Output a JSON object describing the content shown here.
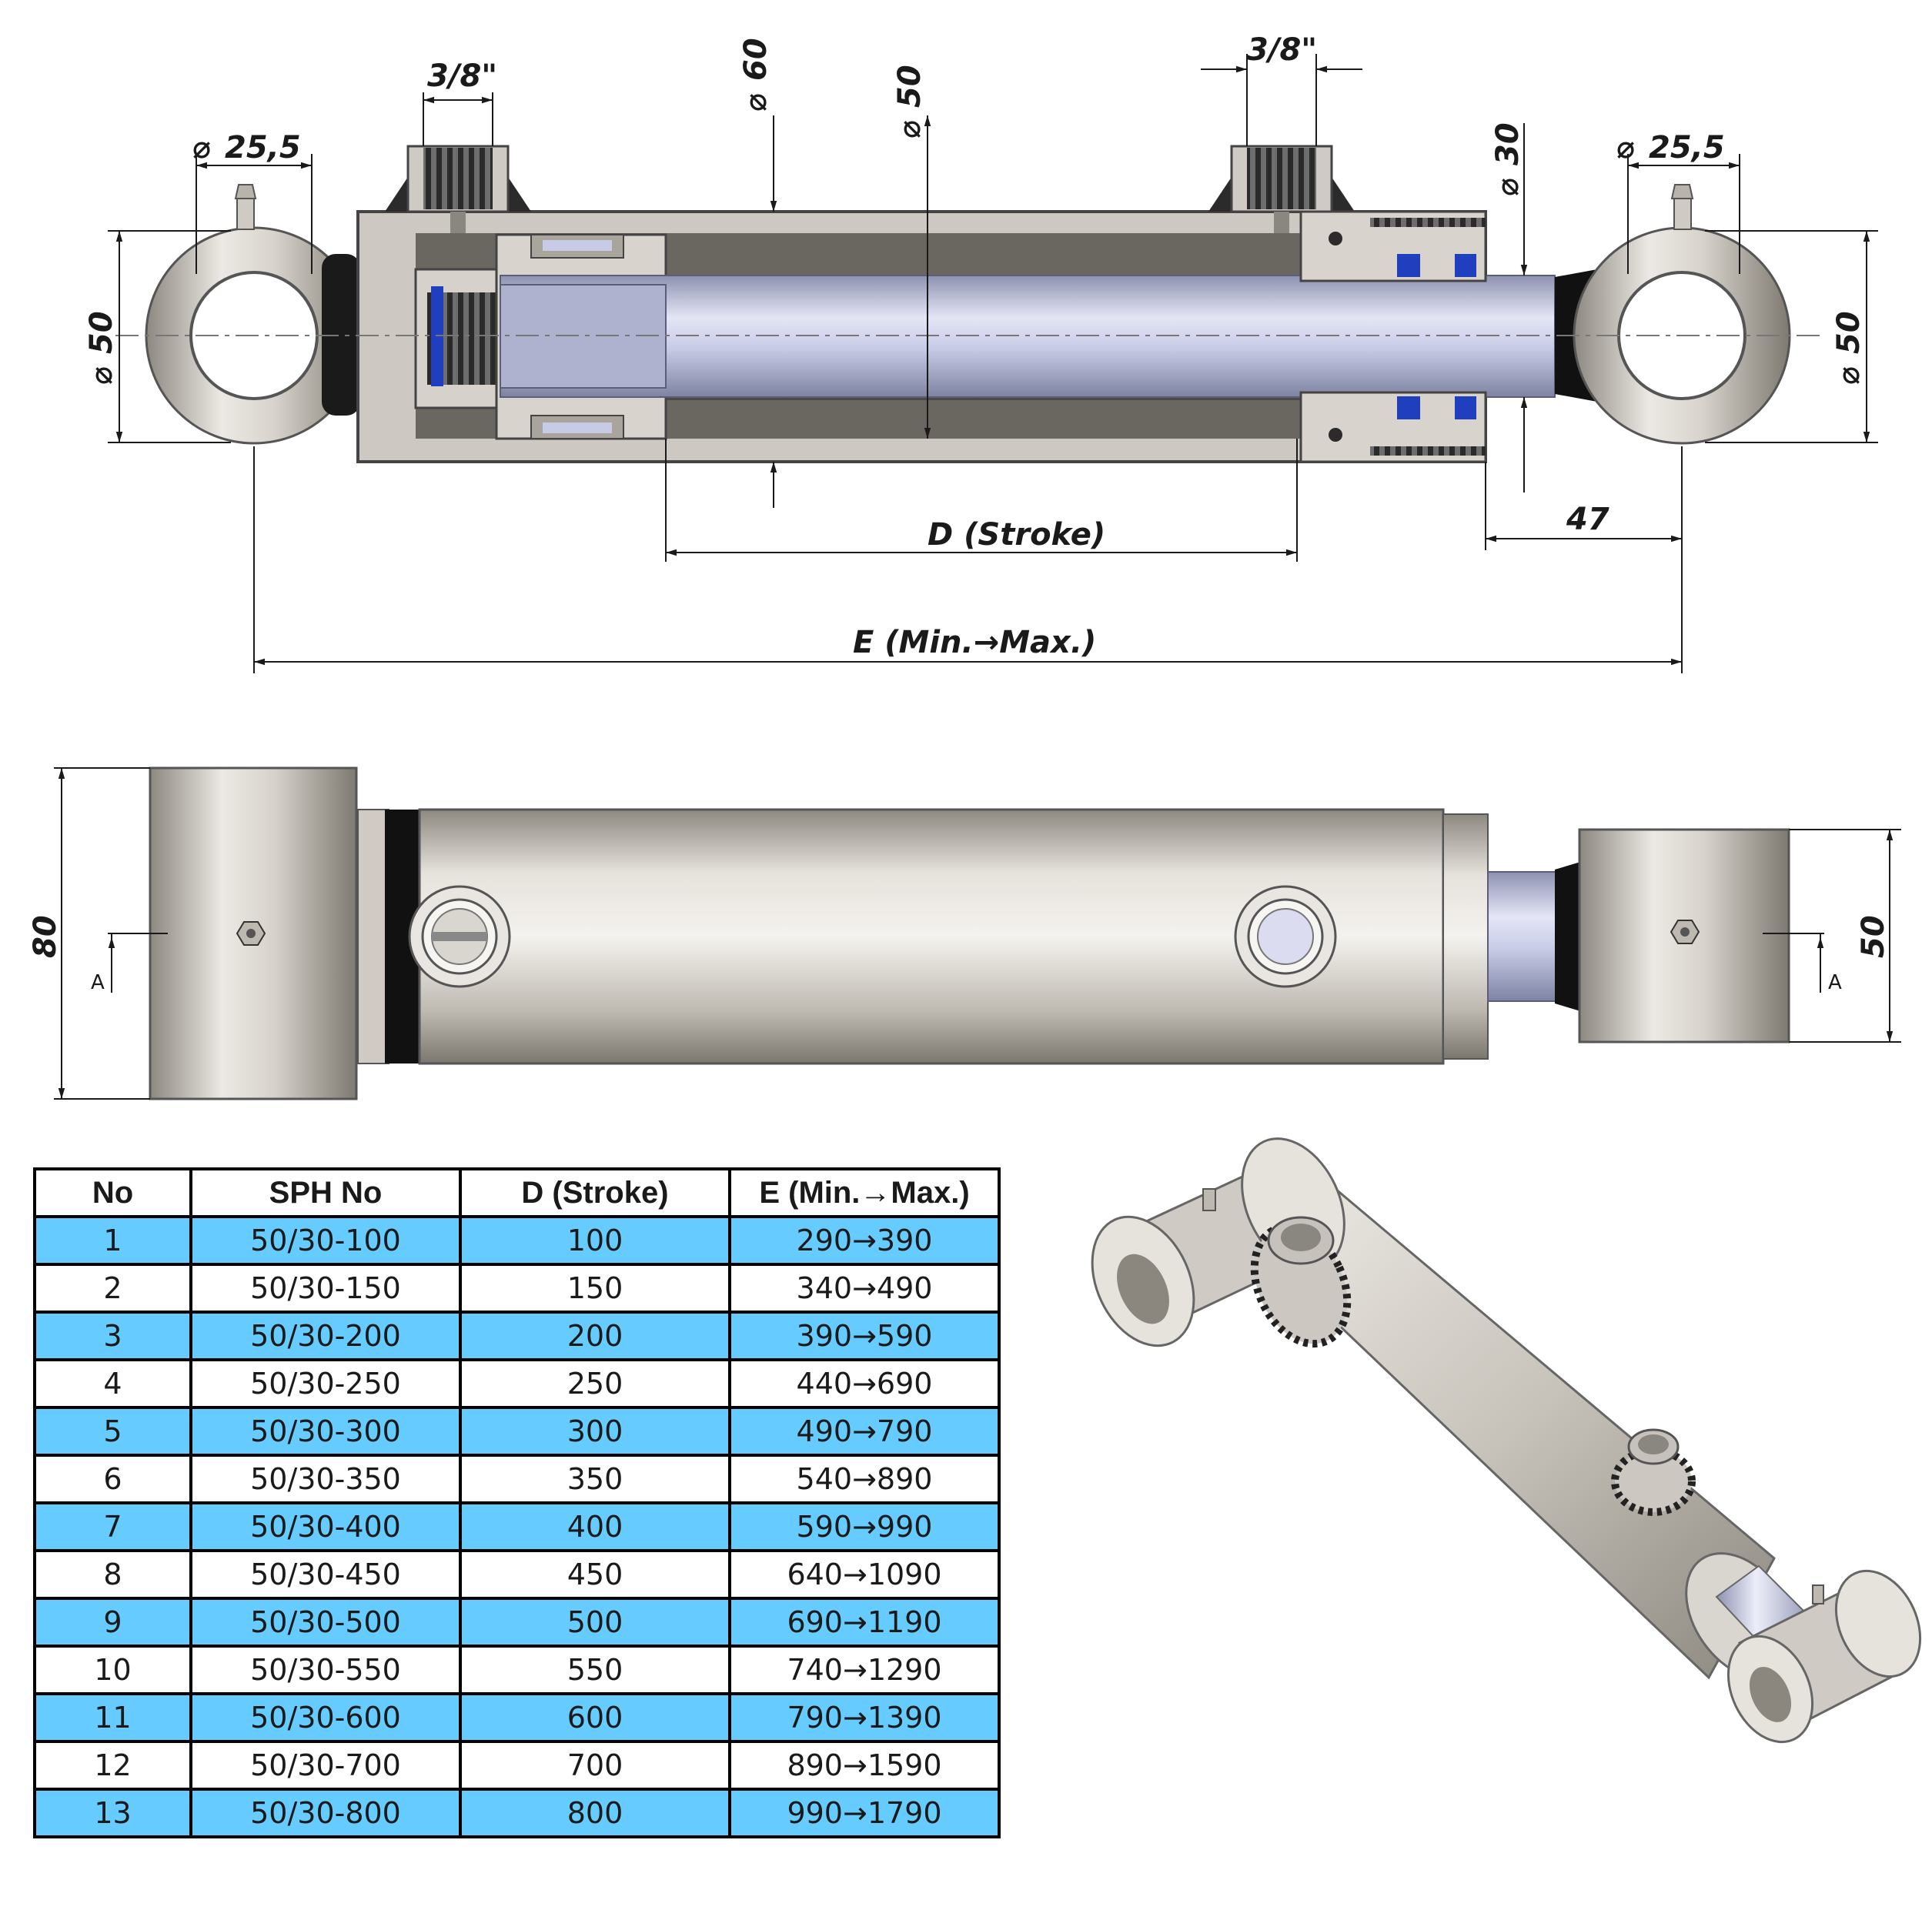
{
  "drawing": {
    "labels": {
      "port_size_left": "3/8\"",
      "port_size_right": "3/8\"",
      "pin_bore_left": "25,5",
      "pin_bore_right": "25,5",
      "barrel_outer_dia": "60",
      "bore_dia": "50",
      "rod_dia": "30",
      "eye_outer_left": "50",
      "eye_outer_right": "50",
      "stroke": "D (Stroke)",
      "rod_end_length": "47",
      "overall_length": "E (Min.→Max.)",
      "eye_width_base": "80",
      "eye_width_rod": "50",
      "section_mark_left": "A",
      "section_mark_right": "A"
    },
    "colors": {
      "metal": "#c9c4bc",
      "rod": "#c7cbe6",
      "seal_blue": "#1f3fbf",
      "table_shade": "#66ccff"
    }
  },
  "table": {
    "headers": [
      "No",
      "SPH No",
      "D (Stroke)",
      "E (Min.→Max.)"
    ],
    "rows": [
      [
        "1",
        "50/30-100",
        "100",
        "290→390"
      ],
      [
        "2",
        "50/30-150",
        "150",
        "340→490"
      ],
      [
        "3",
        "50/30-200",
        "200",
        "390→590"
      ],
      [
        "4",
        "50/30-250",
        "250",
        "440→690"
      ],
      [
        "5",
        "50/30-300",
        "300",
        "490→790"
      ],
      [
        "6",
        "50/30-350",
        "350",
        "540→890"
      ],
      [
        "7",
        "50/30-400",
        "400",
        "590→990"
      ],
      [
        "8",
        "50/30-450",
        "450",
        "640→1090"
      ],
      [
        "9",
        "50/30-500",
        "500",
        "690→1190"
      ],
      [
        "10",
        "50/30-550",
        "550",
        "740→1290"
      ],
      [
        "11",
        "50/30-600",
        "600",
        "790→1390"
      ],
      [
        "12",
        "50/30-700",
        "700",
        "890→1590"
      ],
      [
        "13",
        "50/30-800",
        "800",
        "990→1790"
      ]
    ]
  }
}
